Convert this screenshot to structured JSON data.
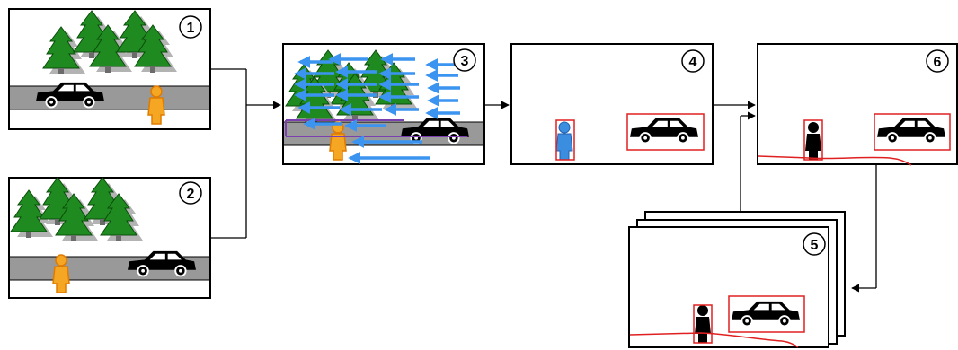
{
  "panels": [
    {
      "id": "1",
      "number": "1"
    },
    {
      "id": "2",
      "number": "2"
    },
    {
      "id": "3",
      "number": "3"
    },
    {
      "id": "4",
      "number": "4"
    },
    {
      "id": "5",
      "number": "5"
    },
    {
      "id": "6",
      "number": "6"
    }
  ],
  "colors": {
    "tree": "#1f8a1f",
    "tree_shadow": "#b3b3b3",
    "road": "#999999",
    "person_orange": "#f5a623",
    "person_blue": "#3b8de0",
    "flow_arrow": "#3b94f0",
    "box_red": "#e02020",
    "track_purple": "#7b3fb0",
    "dark": "#000000"
  }
}
